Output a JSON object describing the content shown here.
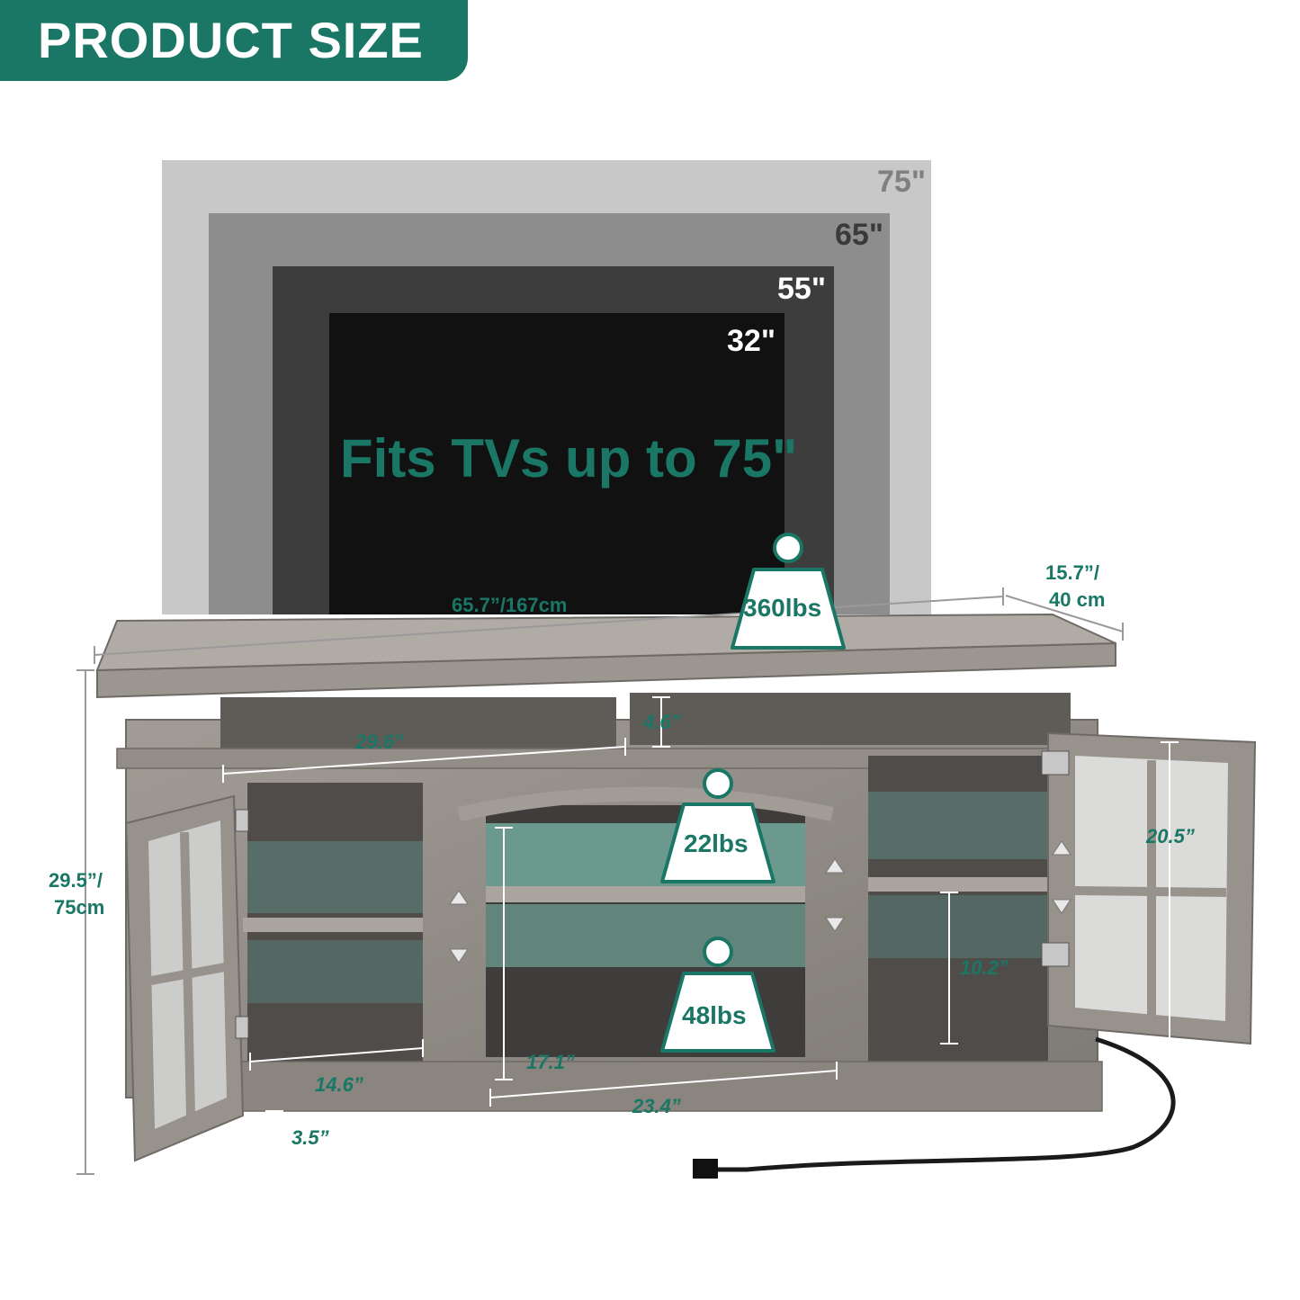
{
  "header": {
    "title": "PRODUCT SIZE"
  },
  "tv_sizes": [
    "75\"",
    "65\"",
    "55\"",
    "32\""
  ],
  "tagline": "Fits TVs up to 75\"",
  "dimensions": {
    "width": "65.7”/167cm",
    "depth_line1": "15.7”/",
    "depth_line2": "40 cm",
    "height_line1": "29.5”/",
    "height_line2": "75cm",
    "top_shelf_width": "29.6”",
    "top_shelf_height": "4.6”",
    "side_shelf_width": "14.6”",
    "center_height": "17.1”",
    "center_width": "23.4”",
    "right_cabinet_height": "10.2”",
    "door_height": "20.5”",
    "base_height": "3.5”"
  },
  "weights": {
    "top": "360lbs",
    "middle": "22lbs",
    "bottom": "48lbs"
  },
  "colors": {
    "brand": "#1a7766",
    "tv_75": "#c8c8c8",
    "tv_65": "#8d8d8d",
    "tv_55": "#3d3d3d",
    "tv_32": "#111111",
    "wood": "#8f8b85"
  }
}
